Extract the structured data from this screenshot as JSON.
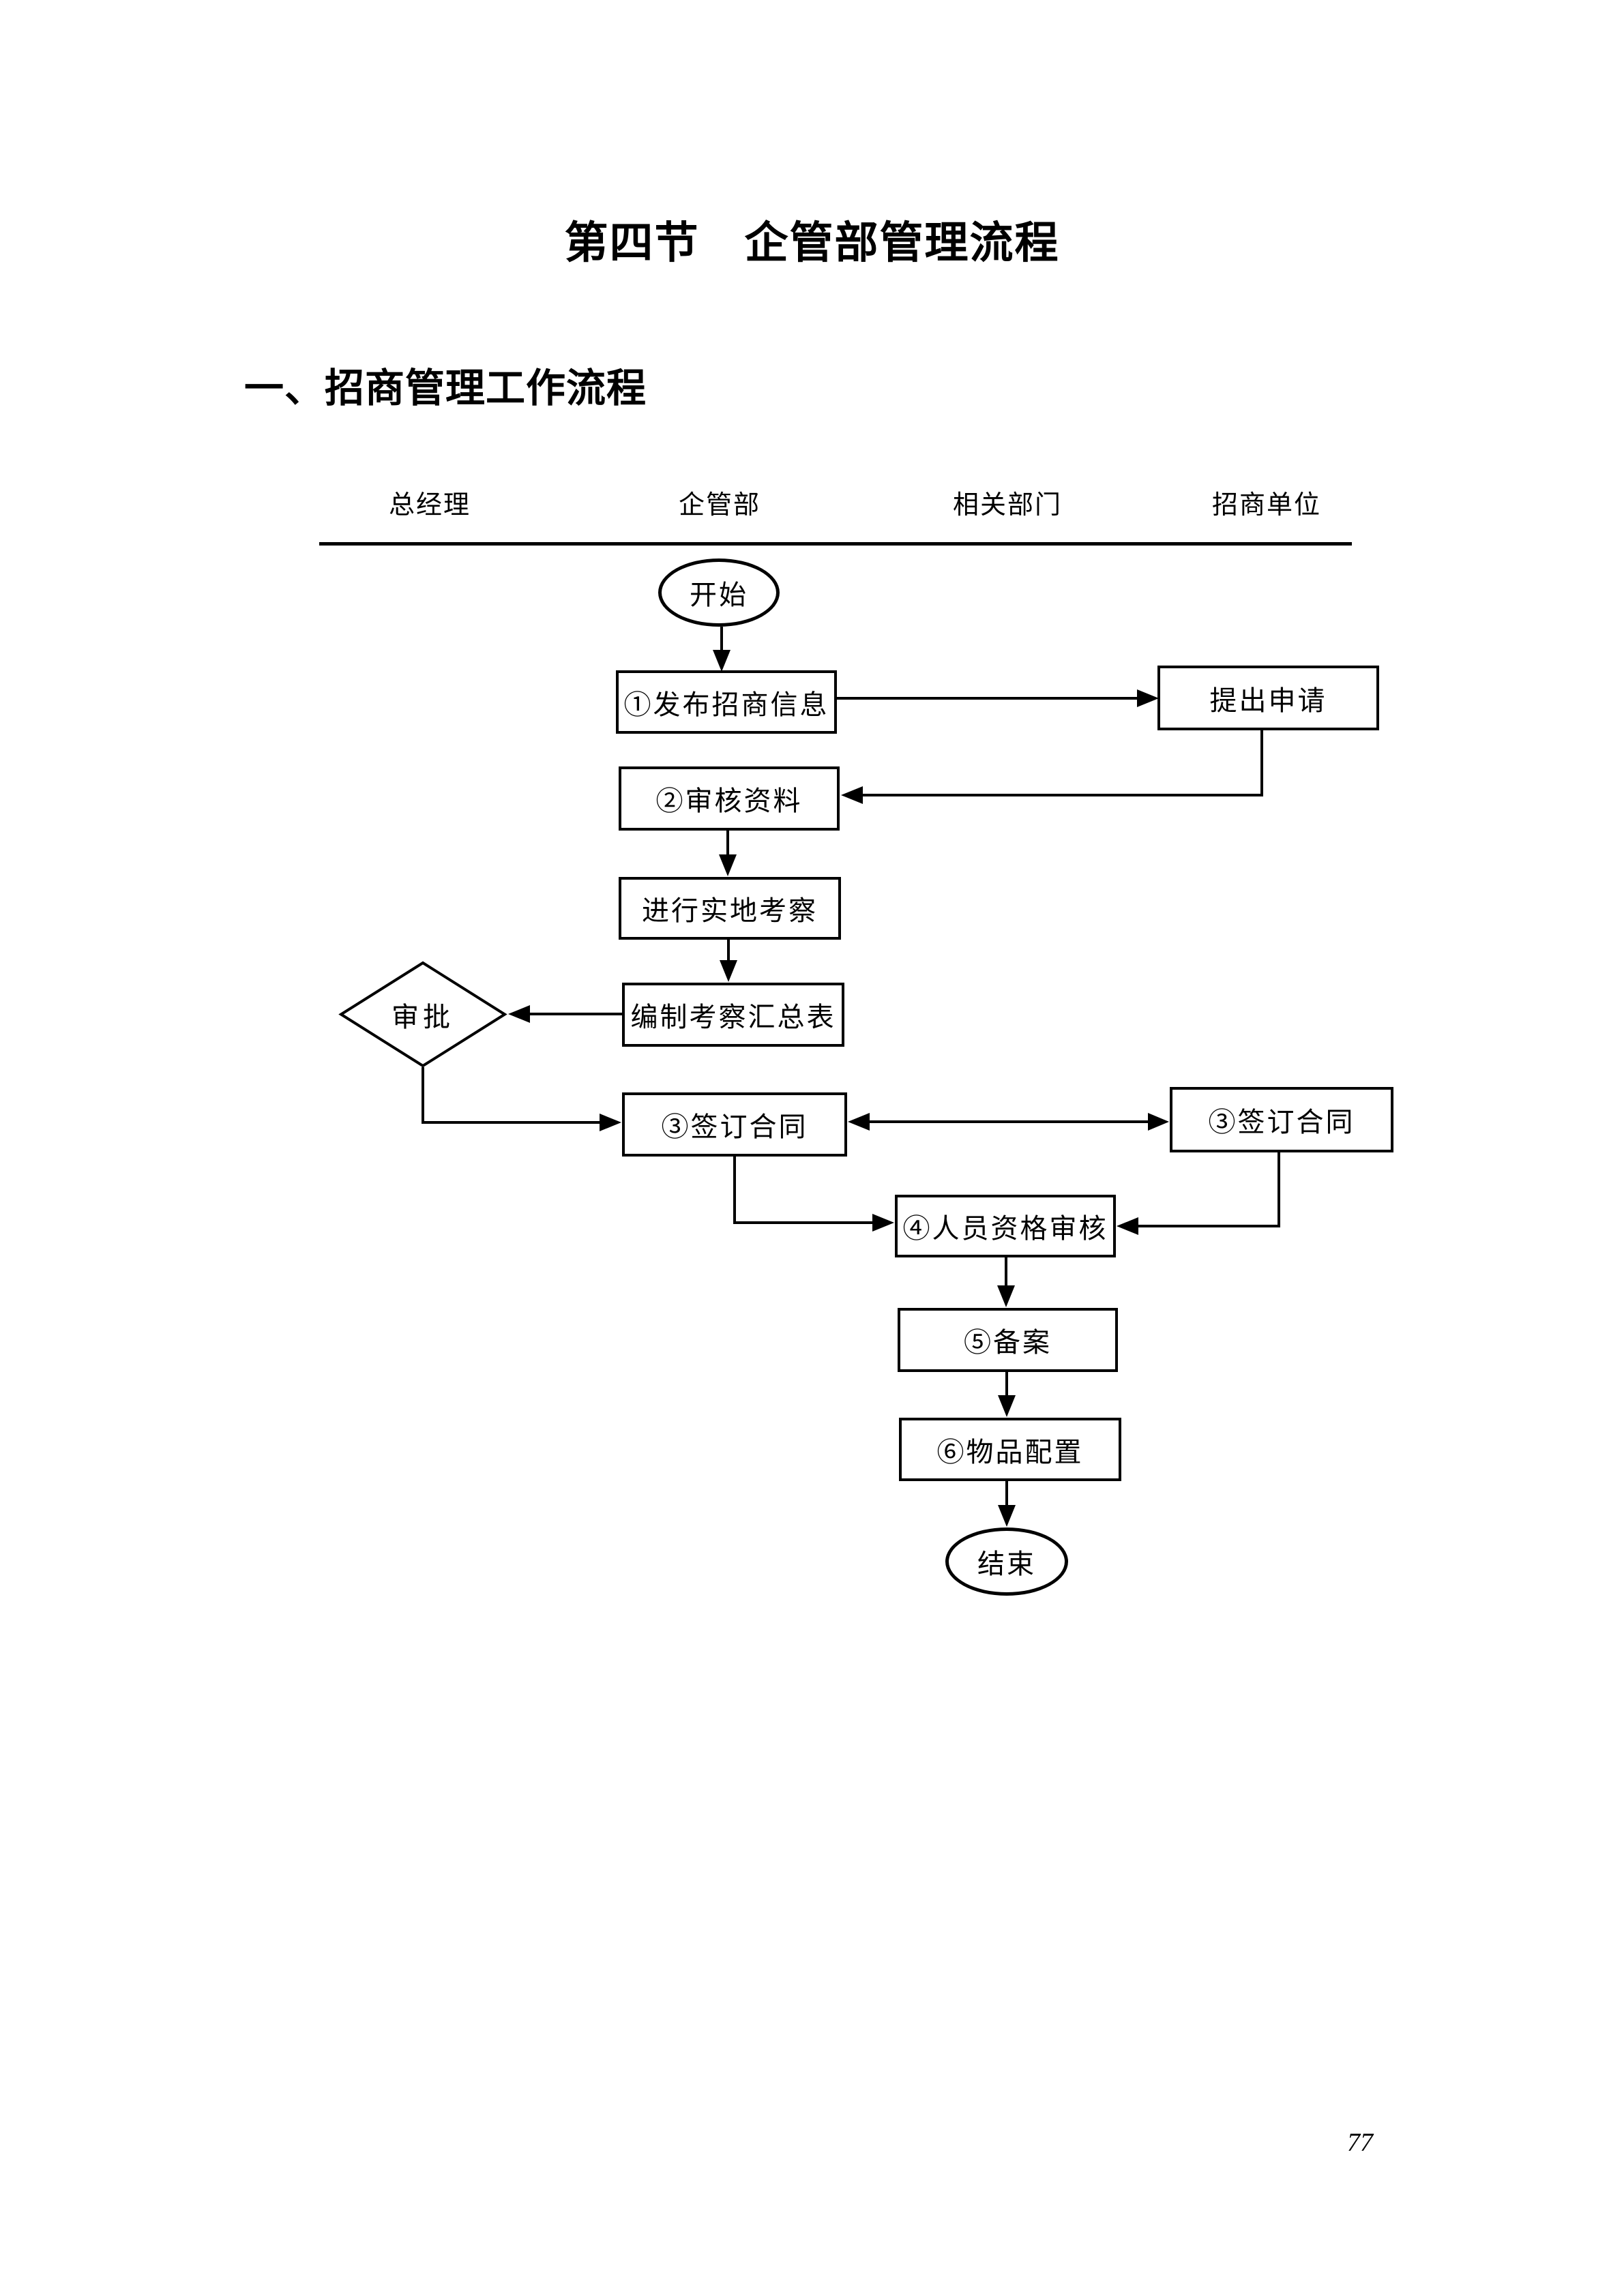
{
  "colors": {
    "ink": "#000000",
    "paper": "#ffffff"
  },
  "document": {
    "title": "第四节　企管部管理流程",
    "section_heading": "一、招商管理工作流程",
    "page_number": "77"
  },
  "flowchart": {
    "lane_headers": [
      "总经理",
      "企管部",
      "相关部门",
      "招商单位"
    ],
    "nodes": {
      "start": "开始",
      "step1_publish_info": "①发布招商信息",
      "submit_application": "提出申请",
      "step2_review_materials": "②审核资料",
      "site_inspection": "进行实地考察",
      "compile_inspection_summary": "编制考察汇总表",
      "approval": "审批",
      "step3_sign_contract_dept": "③签订合同",
      "step3_sign_contract_merchant": "③签订合同",
      "step4_personnel_qualification_review": "④人员资格审核",
      "step5_filing": "⑤备案",
      "step6_goods_allocation": "⑥物品配置",
      "end": "结束"
    }
  }
}
